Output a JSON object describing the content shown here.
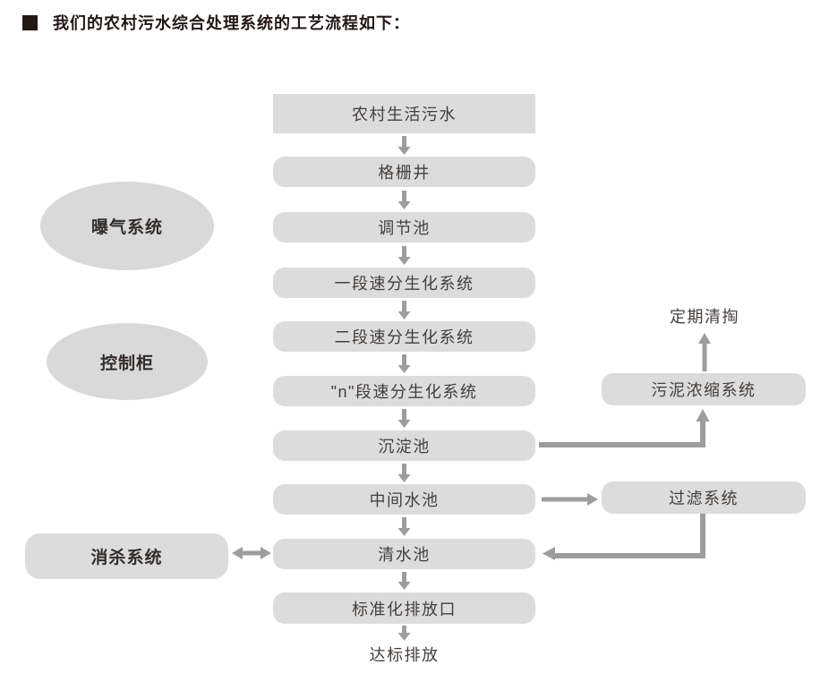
{
  "title": {
    "text": "我们的农村污水综合处理系统的工艺流程如下："
  },
  "main_flow": [
    {
      "label": "农村生活污水"
    },
    {
      "label": "格栅井"
    },
    {
      "label": "调节池"
    },
    {
      "label": "一段速分生化系统"
    },
    {
      "label": "二段速分生化系统"
    },
    {
      "label": "\"n\"段速分生化系统"
    },
    {
      "label": "沉淀池"
    },
    {
      "label": "中间水池"
    },
    {
      "label": "清水池"
    },
    {
      "label": "标准化排放口"
    }
  ],
  "final_output": {
    "label": "达标排放"
  },
  "left_side": {
    "aeration": {
      "label": "曝气系统",
      "shape": "ellipse"
    },
    "control_cabinet": {
      "label": "控制柜",
      "shape": "ellipse"
    },
    "disinfection": {
      "label": "消杀系统",
      "shape": "rounded-rect"
    }
  },
  "right_side": {
    "cleanout_note": {
      "label": "定期清掏"
    },
    "sludge_thickening": {
      "label": "污泥浓缩系统"
    },
    "filtration": {
      "label": "过滤系统"
    }
  },
  "connections": {
    "sedimentation_to_sludge": "沉淀池 → 污泥浓缩系统",
    "sludge_to_cleanout": "污泥浓缩系统 → 定期清掏",
    "intermediate_to_filter": "中间水池 → 过滤系统",
    "filter_to_clearwater": "过滤系统 → 清水池",
    "disinfection_clearwater_bidirectional": "消杀系统 ↔ 清水池"
  },
  "colors": {
    "box_fill": "#dcdcdc",
    "ellipse_fill": "#d9d9d9",
    "arrow": "#9d9d9c",
    "node_text": "#453f3c",
    "title_text": "#231815"
  }
}
